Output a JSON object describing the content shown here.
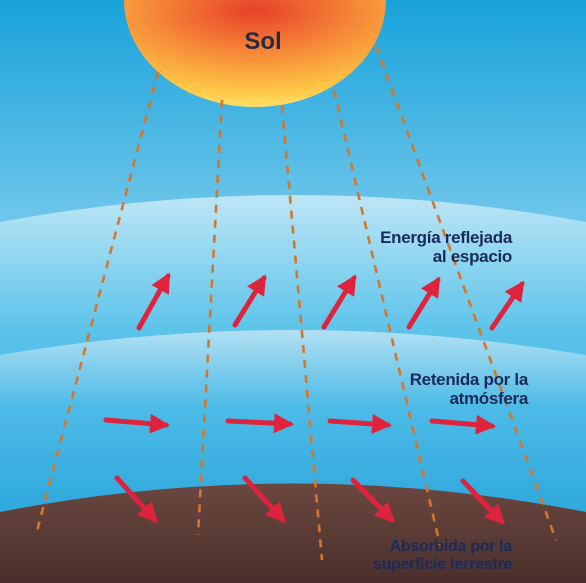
{
  "sun": {
    "label": "Sol"
  },
  "labels": {
    "reflected": [
      "Energía reflejada",
      "al espacio"
    ],
    "retained": [
      "Retenida por la",
      "atmósfera"
    ],
    "absorbed": [
      "Absorbida por la",
      "superficie terrestre"
    ]
  },
  "colors": {
    "sky_top": "#1fa8dc",
    "sun_center": "#e8402a",
    "sun_edge": "#ffd24a",
    "ray": "#d4762b",
    "arrow": "#e0233c",
    "ground": "#5a3a34",
    "text": "#1a2a5a"
  }
}
